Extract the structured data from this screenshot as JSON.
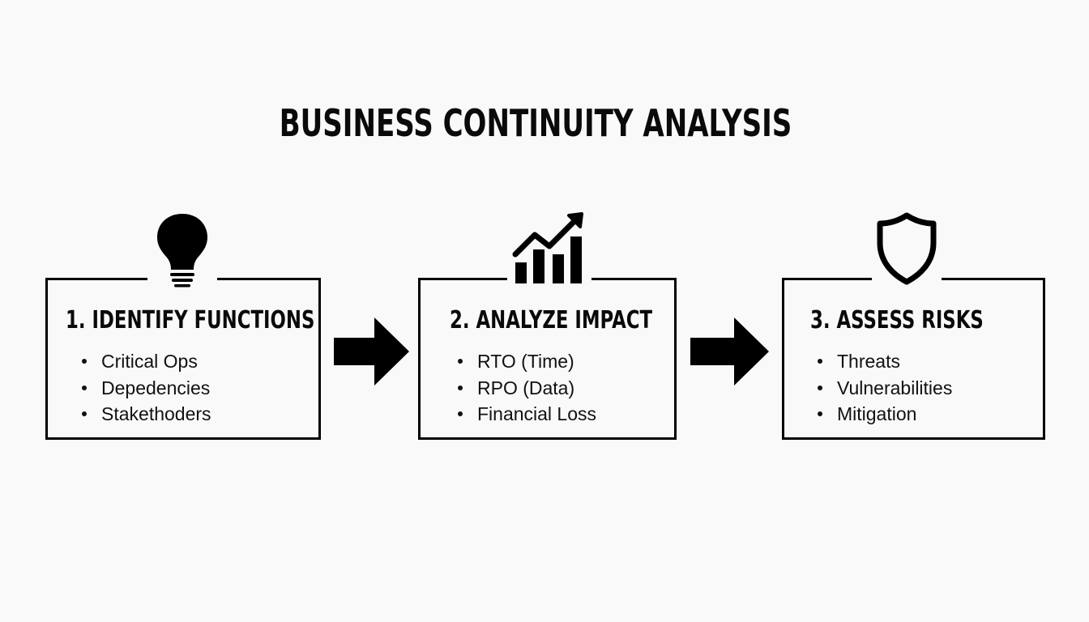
{
  "title": "BUSINESS CONTINUITY ANALYSIS",
  "steps": [
    {
      "heading": "1. IDENTIFY FUNCTIONS",
      "icon": "lightbulb-icon",
      "items": [
        "Critical Ops",
        "Depedencies",
        "Stakethoders"
      ]
    },
    {
      "heading": "2. ANALYZE IMPACT",
      "icon": "growth-chart-icon",
      "items": [
        "RTO (Time)",
        "RPO (Data)",
        "Financial Loss"
      ]
    },
    {
      "heading": "3. ASSESS RISKS",
      "icon": "shield-icon",
      "items": [
        "Threats",
        "Vulnerabilities",
        "Mitigation"
      ]
    }
  ],
  "colors": {
    "background": "#f9f9f9",
    "ink": "#000000"
  }
}
